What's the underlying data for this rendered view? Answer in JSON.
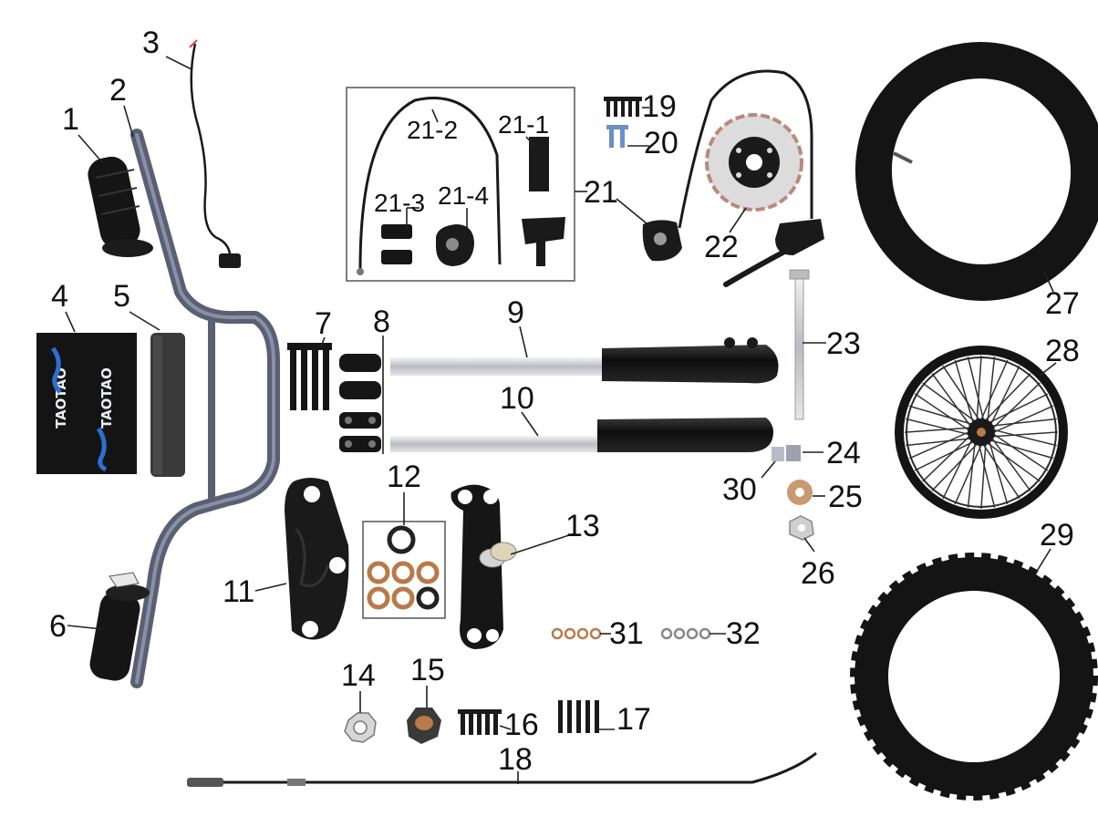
{
  "diagram": {
    "callouts": {
      "c1": "1",
      "c2": "2",
      "c3": "3",
      "c4": "4",
      "c5": "5",
      "c6": "6",
      "c7": "7",
      "c8": "8",
      "c9": "9",
      "c10": "10",
      "c11": "11",
      "c12": "12",
      "c13": "13",
      "c14": "14",
      "c15": "15",
      "c16": "16",
      "c17": "17",
      "c18": "18",
      "c19": "19",
      "c20": "20",
      "c21": "21",
      "c21_1": "21-1",
      "c21_2": "21-2",
      "c21_3": "21-3",
      "c21_4": "21-4",
      "c22": "22",
      "c23": "23",
      "c24": "24",
      "c25": "25",
      "c26": "26",
      "c27": "27",
      "c28": "28",
      "c29": "29",
      "c30": "30",
      "c31": "31",
      "c32": "32"
    },
    "pad_brand": "TAOTAO",
    "colors": {
      "handlebar": "#5a5f73",
      "black_part": "#141414",
      "chrome": "#c9ccd1",
      "pad_blue": "#2f6fd0",
      "copper": "#b87a4b",
      "lead_line": "#222222"
    }
  }
}
